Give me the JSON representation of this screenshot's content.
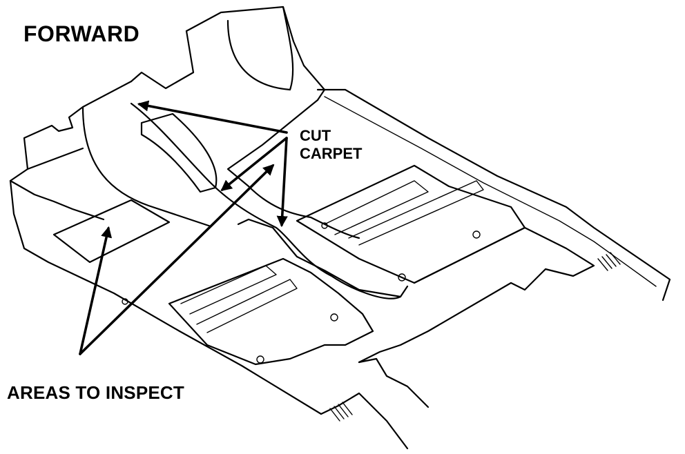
{
  "labels": {
    "forward": "FORWARD",
    "cut_carpet_line1": "CUT",
    "cut_carpet_line2": "CARPET",
    "areas_to_inspect": "AREAS TO INSPECT"
  },
  "colors": {
    "line": "#000000",
    "background": "#ffffff"
  }
}
